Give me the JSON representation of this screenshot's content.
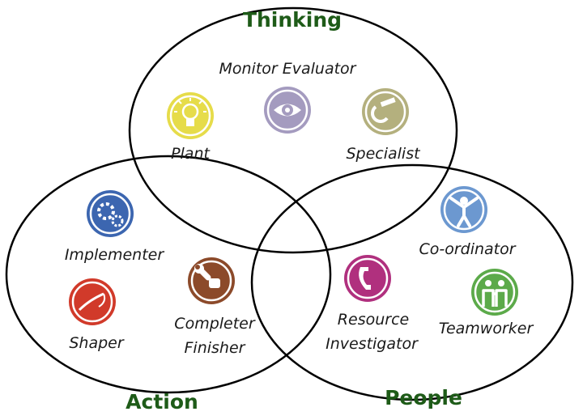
{
  "groups": {
    "thinking": "Thinking",
    "action": "Action",
    "people": "People"
  },
  "roles": {
    "monitor_evaluator": {
      "label": "Monitor Evaluator",
      "icon": "eye-icon",
      "color": "#a49bbf"
    },
    "plant": {
      "label": "Plant",
      "icon": "lightbulb-icon",
      "color": "#e6dc4a"
    },
    "specialist": {
      "label": "Specialist",
      "icon": "micrometer-icon",
      "color": "#b4b07e"
    },
    "implementer": {
      "label": "Implementer",
      "icon": "gear-icon",
      "color": "#3c66b0"
    },
    "shaper": {
      "label": "Shaper",
      "icon": "whip-icon",
      "color": "#d13a2a"
    },
    "completer_finisher": {
      "line1": "Completer",
      "line2": "Finisher",
      "icon": "wrench-icon",
      "color": "#8c4a2a"
    },
    "resource_investigator": {
      "line1": "Resource",
      "line2": "Investigator",
      "icon": "telephone-icon",
      "color": "#b0307e"
    },
    "co_ordinator": {
      "label": "Co-ordinator",
      "icon": "person-icon",
      "color": "#6c98d0"
    },
    "teamworker": {
      "label": "Teamworker",
      "icon": "people-icon",
      "color": "#5caa4a"
    }
  }
}
